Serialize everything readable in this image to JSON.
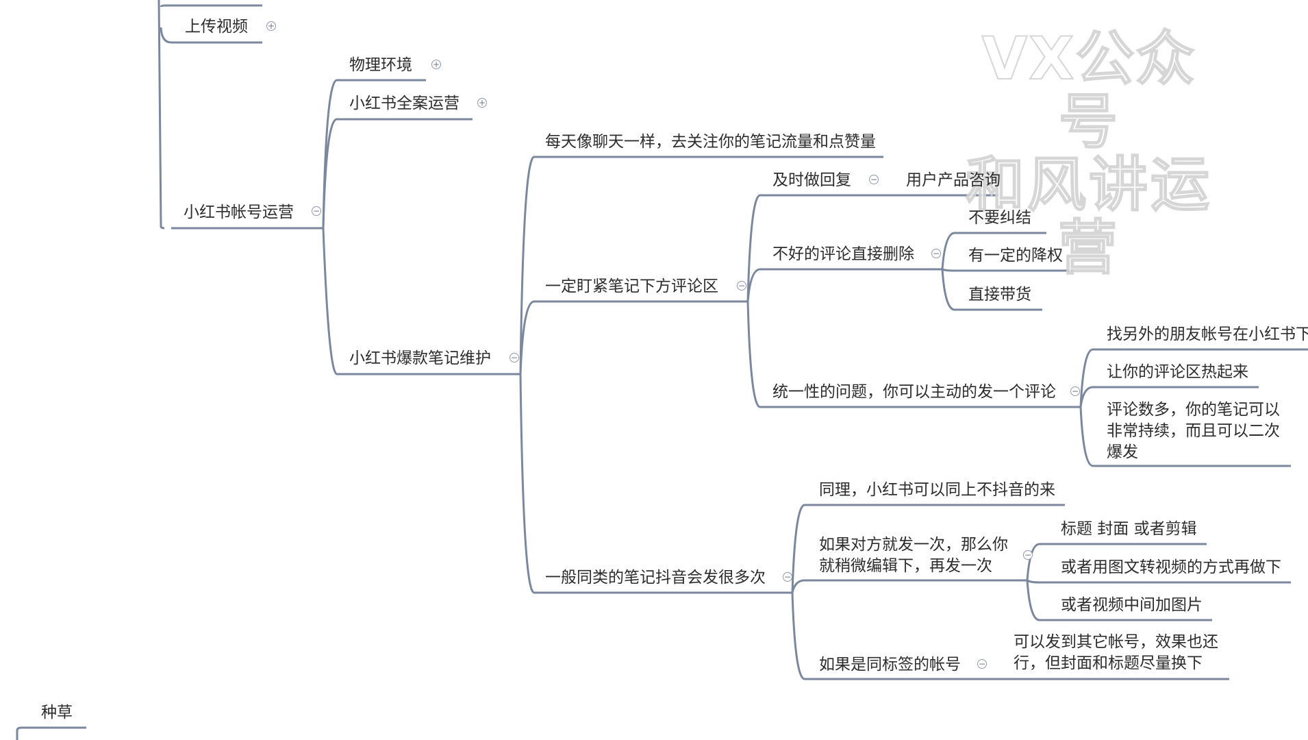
{
  "colors": {
    "line": "#7b879c",
    "text": "#2c2c2c",
    "toggle": "#8d97a8"
  },
  "watermark": {
    "line1": "VX公众号",
    "line2": "和风讲运营"
  },
  "nodes": {
    "upload_video": "上传视频",
    "physical_env": "物理环境",
    "full_operation": "小红书全案运营",
    "account_operation": "小红书帐号运营",
    "viral_note_maintenance": "小红书爆款笔记维护",
    "daily_chat": "每天像聊天一样，去关注你的笔记流量和点赞量",
    "watch_comments": "一定盯紧笔记下方评论区",
    "reply_in_time": "及时做回复",
    "product_inquiry": "用户产品咨询",
    "delete_bad_comments": "不好的评论直接删除",
    "no_struggle": "不要纠结",
    "some_demotion": "有一定的降权",
    "direct_sales": "直接带货",
    "unified_question": "统一性的问题，你可以主动的发一个评论",
    "other_friend_account": "找另外的朋友帐号在小红书下",
    "comment_heat": "让你的评论区热起来",
    "more_comments": "评论数多，你的笔记可以非常持续，而且可以二次爆发",
    "douyin_multi": "一般同类的笔记抖音会发很多次",
    "same_principle": "同理，小红书可以同上不抖音的来",
    "post_again": "如果对方就发一次，那么你就稍微编辑下，再发一次",
    "title_cover_edit": "标题 封面 或者剪辑",
    "image_to_video": "或者用图文转视频的方式再做下",
    "insert_image": "或者视频中间加图片",
    "same_tag_account": "如果是同标签的帐号",
    "post_other_accounts": "可以发到其它帐号，效果也还行，但封面和标题尽量换下",
    "seed_grass": "种草"
  },
  "toggles": {
    "expand": "+",
    "collapse": "−"
  }
}
